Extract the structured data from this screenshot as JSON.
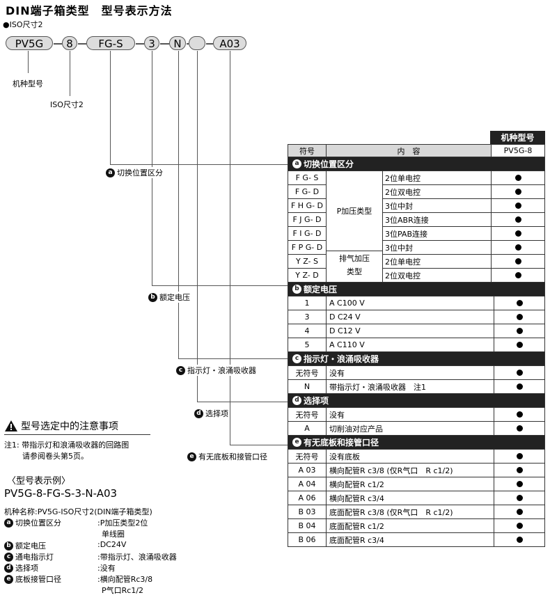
{
  "title": "DIN端子箱类型　型号表示方法",
  "subtitle": "●ISO尺寸2",
  "model_parts": [
    "PV5G",
    "8",
    "FG-S",
    "3",
    "N",
    "",
    "A03"
  ],
  "labels": {
    "machine_type": "机种型号",
    "iso_size": "ISO尺寸2",
    "a": "切换位置区分",
    "b": "额定电压",
    "c": "指示灯・浪涌吸收器",
    "d": "选择项",
    "e": "有无底板和接管口径"
  },
  "table": {
    "machine_header": "机种型号",
    "col_symbol": "符号",
    "col_content": "内　容",
    "col_model": "PV5G-8",
    "sec_a": "切换位置区分",
    "sec_a_rows": [
      {
        "sym": "F G- S",
        "content": "2位单电控"
      },
      {
        "sym": "F G- D",
        "content": "2位双电控"
      },
      {
        "sym": "F H G- D",
        "content": "3位中封"
      },
      {
        "sym": "F J G- D",
        "content": "3位ABR连接"
      },
      {
        "sym": "F I G- D",
        "content": "3位PAB连接"
      },
      {
        "sym": "F P G- D",
        "content": "3位中封"
      },
      {
        "sym": "Y Z- S",
        "content": "2位单电控"
      },
      {
        "sym": "Y Z- D",
        "content": "2位双电控"
      }
    ],
    "group_p": "P加压类型",
    "group_exh_1": "排气加压",
    "group_exh_2": "类型",
    "sec_b": "额定电压",
    "sec_b_rows": [
      {
        "sym": "1",
        "content": "A C100 V"
      },
      {
        "sym": "3",
        "content": "D C24 V"
      },
      {
        "sym": "4",
        "content": "D C12 V"
      },
      {
        "sym": "5",
        "content": "A C110 V"
      }
    ],
    "sec_c": "指示灯・浪涌吸收器",
    "sec_c_rows": [
      {
        "sym": "无符号",
        "content": "没有"
      },
      {
        "sym": "N",
        "content": "带指示灯・浪涌吸收器　注1"
      }
    ],
    "sec_d": "选择项",
    "sec_d_rows": [
      {
        "sym": "无符号",
        "content": "没有"
      },
      {
        "sym": "A",
        "content": "切削油对应产品"
      }
    ],
    "sec_e": "有无底板和接管口径",
    "sec_e_rows": [
      {
        "sym": "无符号",
        "content": "没有底板"
      },
      {
        "sym": "A 03",
        "content": "横向配管R c3/8 (仅R气口　R c1/2)"
      },
      {
        "sym": "A 04",
        "content": "横向配管R c1/2"
      },
      {
        "sym": "A 06",
        "content": "横向配管R c3/4"
      },
      {
        "sym": "B 03",
        "content": "底面配管R c3/8 (仅R气口　R c1/2)"
      },
      {
        "sym": "B 04",
        "content": "底面配管R c1/2"
      },
      {
        "sym": "B 06",
        "content": "底面配管R c3/4"
      }
    ]
  },
  "notice": {
    "title": "型号选定中的注意事项",
    "note1": "注1: 带指示灯和浪涌吸收器的回路图",
    "note2": "请参阅卷头第5页。"
  },
  "example": {
    "heading": "〈型号表示例〉",
    "code": "PV5G-8-FG-S-3-N-A03",
    "line0": "机种名称:PV5G-ISO尺寸2(DIN端子箱类型)",
    "rows": [
      {
        "k": "切换位置区分",
        "v": ":P加压类型2位"
      },
      {
        "k": "",
        "v": "单线圈"
      },
      {
        "k": "额定电压",
        "v": ":DC24V"
      },
      {
        "k": "通电指示灯",
        "v": ":带指示灯、浪涌吸收器"
      },
      {
        "k": "选择项",
        "v": ":没有"
      },
      {
        "k": "底板接管口径",
        "v": ":横向配管Rc3/8"
      },
      {
        "k": "",
        "v": "P气口Rc1/2"
      }
    ]
  }
}
